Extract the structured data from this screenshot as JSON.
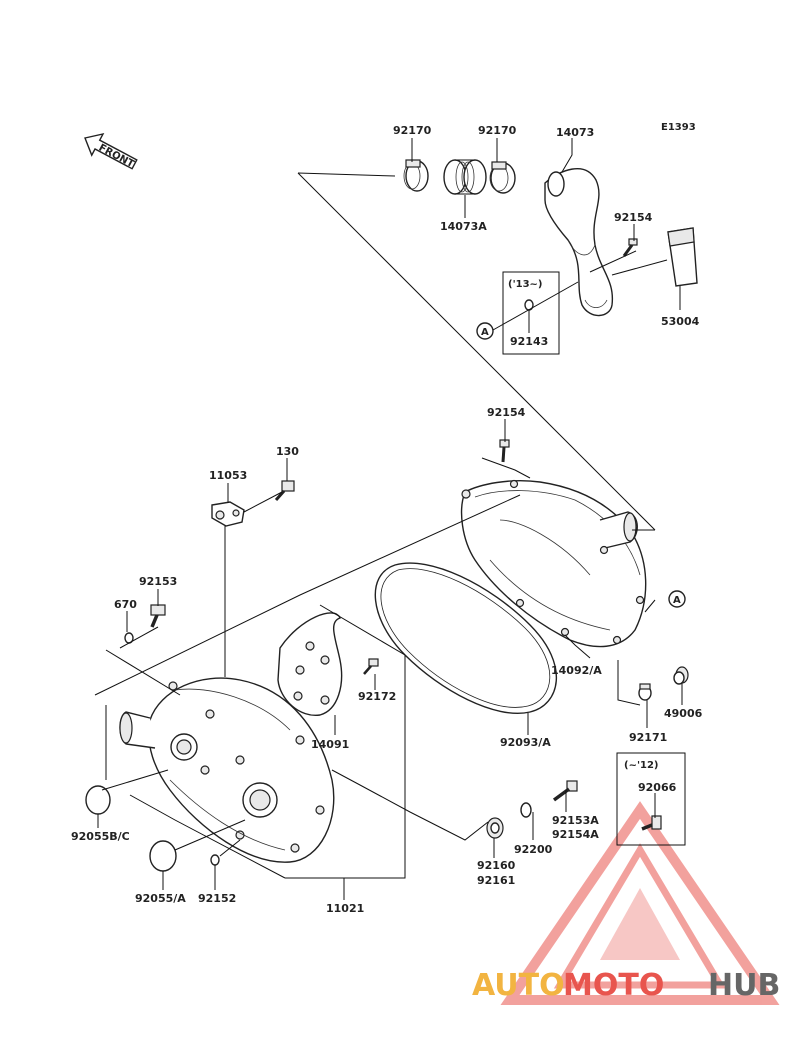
{
  "diagram_code": "E1393",
  "front_label": "FRONT",
  "callout_a": "A",
  "parts": {
    "p92170_left": "92170",
    "p92170_right": "92170",
    "p14073": "14073",
    "p14073A": "14073A",
    "p92154_top": "92154",
    "p53004": "53004",
    "note_13": "('13~)",
    "p92143": "92143",
    "p92154_mid": "92154",
    "p130": "130",
    "p11053": "11053",
    "p92153": "92153",
    "p670": "670",
    "p92172": "92172",
    "p14091": "14091",
    "p14092A": "14092/A",
    "p49006": "49006",
    "p92171": "92171",
    "p92093A": "92093/A",
    "note_12": "(~'12)",
    "p92066": "92066",
    "p92153A": "92153A",
    "p92154A": "92154A",
    "p92200": "92200",
    "p92160": "92160",
    "p92161": "92161",
    "p92055BC": "92055B/C",
    "p92055A": "92055/A",
    "p92152": "92152",
    "p11021": "11021"
  },
  "watermark": {
    "part1": "AUTO",
    "part2": "MOTO",
    "part3": "HUB",
    "color1": "#f2b441",
    "color2": "#e8554e",
    "color3": "#666666"
  }
}
